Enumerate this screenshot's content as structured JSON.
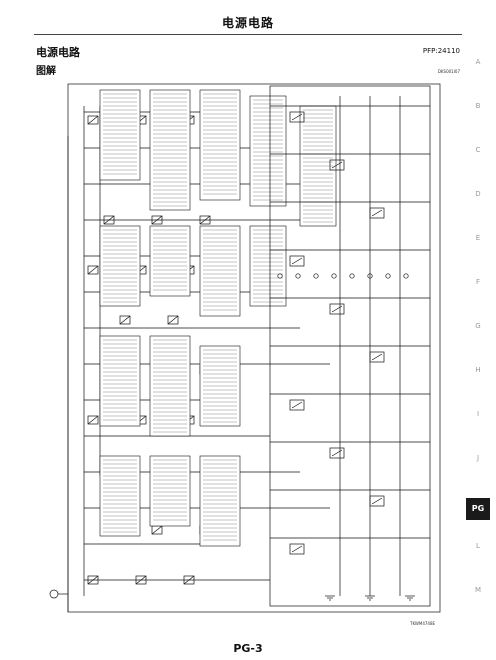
{
  "header": {
    "title": "电源电路"
  },
  "section": {
    "title": "电源电路",
    "doc_code": "PFP:24110"
  },
  "subsection": {
    "title": "图解",
    "figure_code": "DKS001I07"
  },
  "diagram": {
    "figure_code": "TKWM4748E"
  },
  "side_index": {
    "letters": [
      "A",
      "B",
      "C",
      "D",
      "E",
      "F",
      "G",
      "H",
      "I",
      "J",
      "PG",
      "L",
      "M"
    ],
    "active": "PG"
  },
  "footer": {
    "page_number": "PG-3"
  }
}
